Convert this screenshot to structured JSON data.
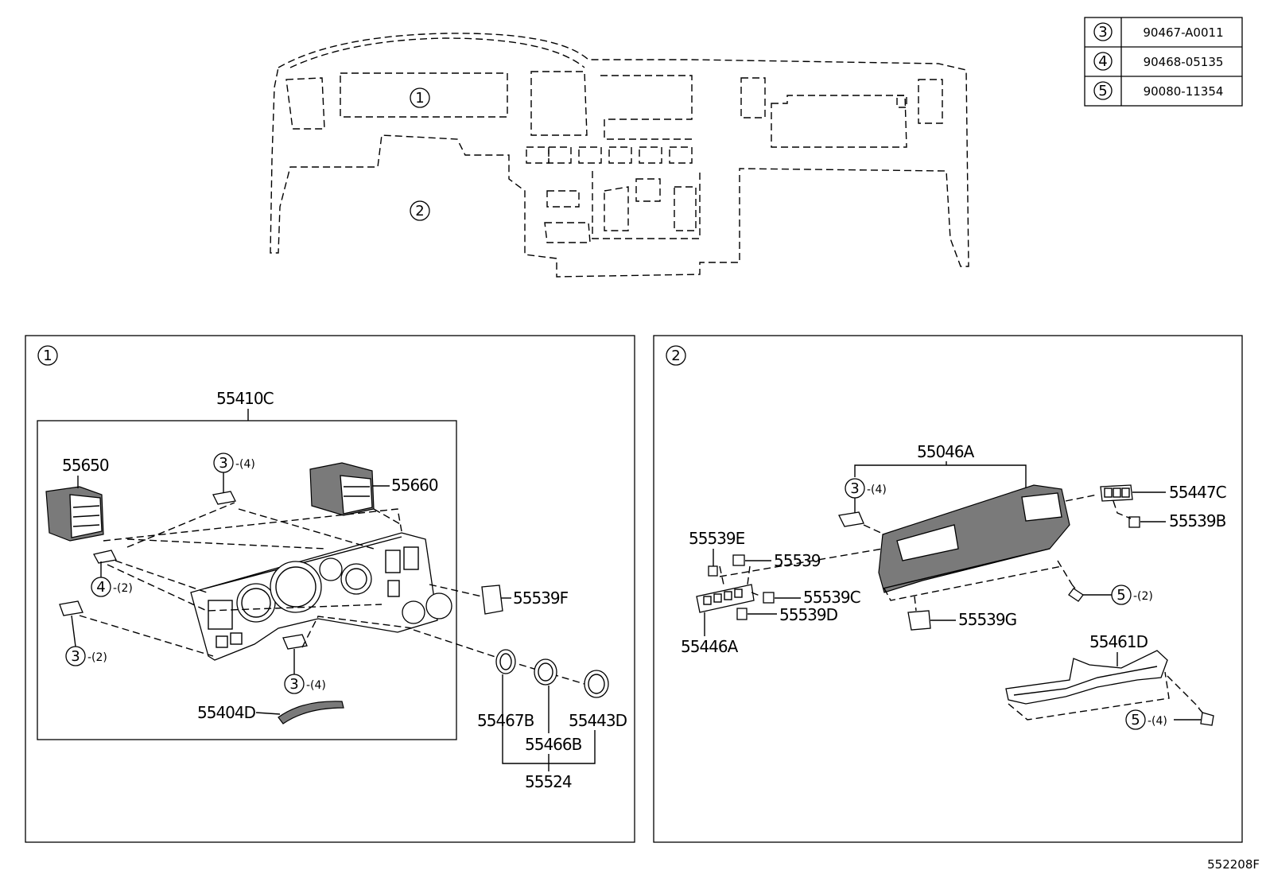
{
  "fastener_table": [
    {
      "ref": "3",
      "part_no": "90467-A0011"
    },
    {
      "ref": "4",
      "part_no": "90468-05135"
    },
    {
      "ref": "5",
      "part_no": "90080-11354"
    }
  ],
  "overview": {
    "callout_1": "1",
    "callout_2": "2"
  },
  "panel_1": {
    "ref": "1",
    "assembly_label": "55410C",
    "labels": {
      "p55650": "55650",
      "p55660": "55660",
      "p55539F": "55539F",
      "p55404D": "55404D",
      "p55467B": "55467B",
      "p55466B": "55466B",
      "p55443D": "55443D",
      "p55524": "55524"
    },
    "callouts": [
      {
        "ref": "3",
        "qty": "-(4)"
      },
      {
        "ref": "4",
        "qty": "-(2)"
      },
      {
        "ref": "3",
        "qty": "-(2)"
      },
      {
        "ref": "3",
        "qty": "-(4)"
      }
    ]
  },
  "panel_2": {
    "ref": "2",
    "labels": {
      "p55046A": "55046A",
      "p55447C": "55447C",
      "p55539B": "55539B",
      "p55539E": "55539E",
      "p55539": "55539",
      "p55539C": "55539C",
      "p55539D": "55539D",
      "p55446A": "55446A",
      "p55539G": "55539G",
      "p55461D": "55461D"
    },
    "callouts": [
      {
        "ref": "3",
        "qty": "-(4)"
      },
      {
        "ref": "5",
        "qty": "-(2)"
      },
      {
        "ref": "5",
        "qty": "-(4)"
      }
    ]
  },
  "illustration_no": "552208F"
}
